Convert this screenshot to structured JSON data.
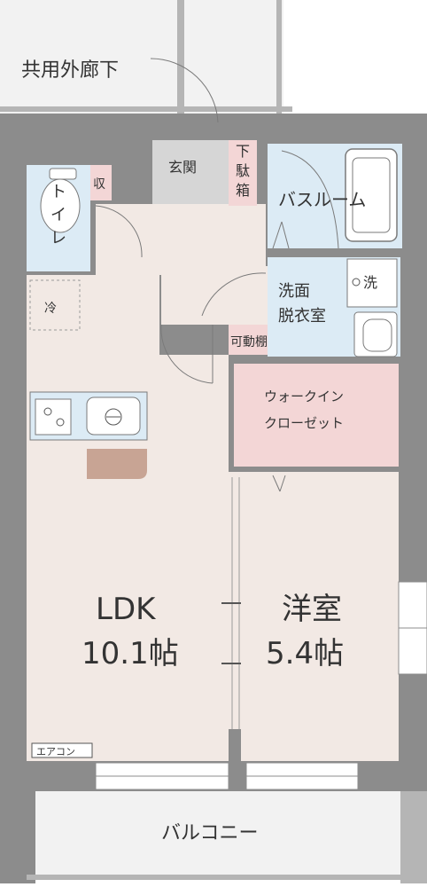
{
  "labels": {
    "corridor": "共用外廊下",
    "entrance": "玄関",
    "shoe_box": "下駄箱",
    "bathroom": "バスルーム",
    "storage": "収",
    "toilet": "トイレ",
    "fridge": "冷",
    "washing_machine": "洗",
    "washroom_line1": "洗面",
    "washroom_line2": "脱衣室",
    "movable_shelf": "可動棚",
    "walkin_line1": "ウォークイン",
    "walkin_line2": "クローゼット",
    "ldk_name": "LDK",
    "ldk_size": "10.1帖",
    "western_name": "洋室",
    "western_size": "5.4帖",
    "aircon": "エアコン",
    "balcony": "バルコニー"
  },
  "colors": {
    "wall": "#8c8c8c",
    "floor": "#f2e9e4",
    "wet_area": "#dcebf5",
    "closet": "#f3d6d6",
    "entrance_floor": "#d6d6d6",
    "counter": "#c8a494"
  }
}
